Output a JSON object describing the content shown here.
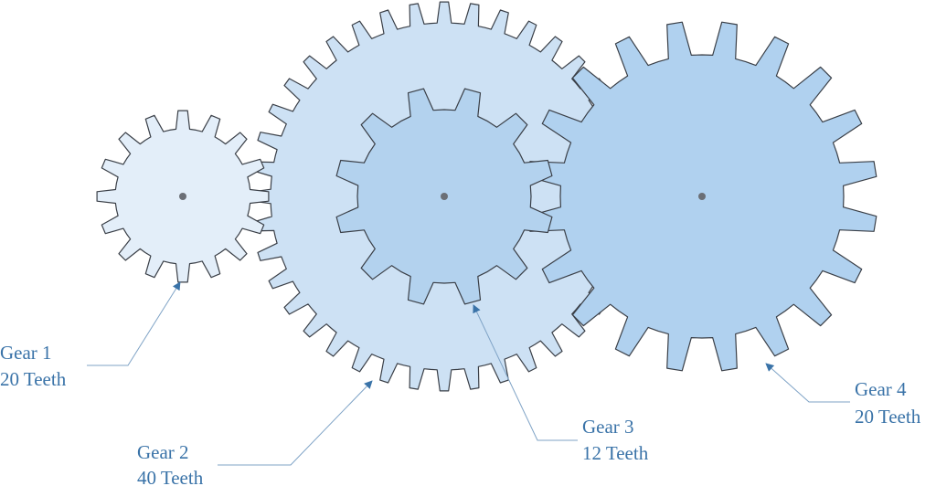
{
  "gears": [
    {
      "id": "gear1",
      "name": "Gear 1",
      "teeth_label": "20 Teeth",
      "color": "#e3eef9"
    },
    {
      "id": "gear2",
      "name": "Gear 2",
      "teeth_label": "40 Teeth",
      "color": "#cde1f4"
    },
    {
      "id": "gear3",
      "name": "Gear 3",
      "teeth_label": "12 Teeth",
      "color": "#b3d2ee"
    },
    {
      "id": "gear4",
      "name": "Gear 4",
      "teeth_label": "20 Teeth",
      "color": "#b0d1ef"
    }
  ],
  "colors": {
    "label": "#3a73a8",
    "leader": "#7fa3c6",
    "outline": "#3a3f47",
    "hub": "#6b6f76"
  }
}
